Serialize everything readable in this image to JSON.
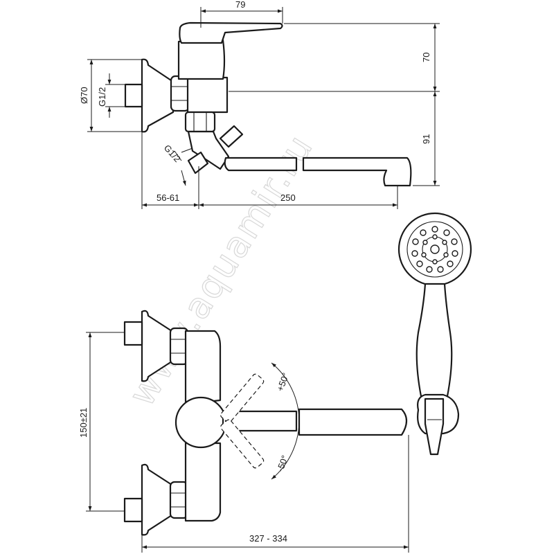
{
  "dimensions": {
    "lever_length": "79",
    "height_upper": "70",
    "height_lower": "91",
    "flange_diameter": "Ø70",
    "inlet_thread_top": "G1/2",
    "outlet_thread": "G1/2",
    "eccentric_range": "56-61",
    "spout_length": "250",
    "inlet_spacing": "150±21",
    "total_length": "327 - 334",
    "angle_up": "+50°",
    "angle_down": "-50°"
  },
  "watermark": "www.aquamir.ru"
}
